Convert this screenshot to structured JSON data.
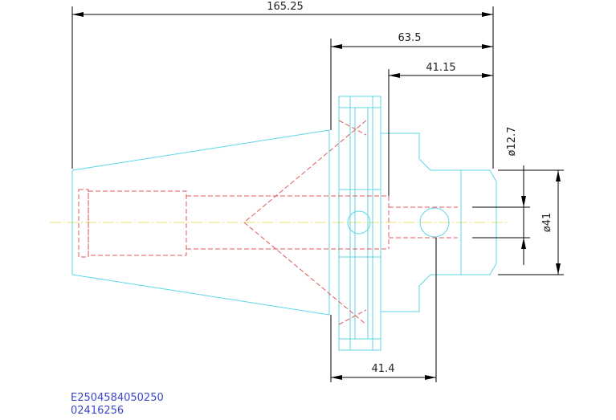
{
  "drawing": {
    "dimensions": {
      "overall_length": "165.25",
      "flange_to_end": "63.5",
      "shoulder_to_end": "41.15",
      "bore_diameter": "ø12.7",
      "shank_diameter": "ø41",
      "hole_spacing": "41.4"
    },
    "codes": {
      "part_number": "E2504584050250",
      "order_code": "02416256"
    },
    "colors": {
      "outline": "#5fd6e6",
      "hidden_lines": "#e05a5a",
      "center_line": "#e8e070",
      "dimension_lines": "#000000",
      "code_text": "#3a46c8"
    }
  }
}
